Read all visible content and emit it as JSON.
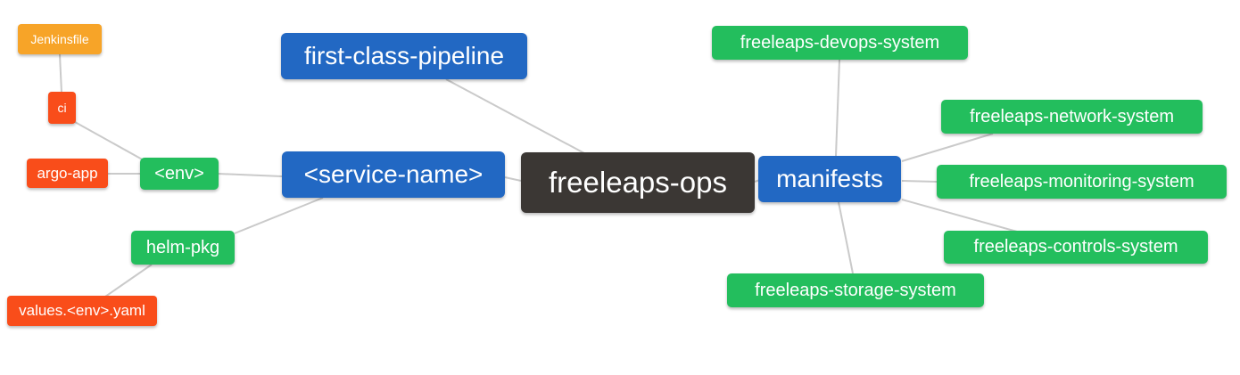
{
  "palette": {
    "blue": "#2268C3",
    "green": "#23BE5D",
    "orange": "#F7A428",
    "red": "#F94D1A",
    "dark": "#3B3734",
    "edge": "#CACACA",
    "node_text": "#FFFFFF",
    "background": "#FFFFFF"
  },
  "nodes": {
    "root": {
      "label": "freeleaps-ops",
      "color": "dark"
    },
    "first_class_pipeline": {
      "label": "first-class-pipeline",
      "color": "blue"
    },
    "service_name": {
      "label": "<service-name>",
      "color": "blue"
    },
    "manifests": {
      "label": "manifests",
      "color": "blue"
    },
    "env": {
      "label": "<env>",
      "color": "green"
    },
    "helm_pkg": {
      "label": "helm-pkg",
      "color": "green"
    },
    "ci": {
      "label": "ci",
      "color": "red"
    },
    "argo_app": {
      "label": "argo-app",
      "color": "red"
    },
    "jenkinsfile": {
      "label": "Jenkinsfile",
      "color": "orange"
    },
    "values_env_yaml": {
      "label": "values.<env>.yaml",
      "color": "red"
    },
    "devops_system": {
      "label": "freeleaps-devops-system",
      "color": "green"
    },
    "network_system": {
      "label": "freeleaps-network-system",
      "color": "green"
    },
    "monitoring_system": {
      "label": "freeleaps-monitoring-system",
      "color": "green"
    },
    "controls_system": {
      "label": "freeleaps-controls-system",
      "color": "green"
    },
    "storage_system": {
      "label": "freeleaps-storage-system",
      "color": "green"
    }
  },
  "edges": [
    {
      "from": "jenkinsfile",
      "to": "ci"
    },
    {
      "from": "ci",
      "to": "env"
    },
    {
      "from": "argo_app",
      "to": "env"
    },
    {
      "from": "env",
      "to": "service_name"
    },
    {
      "from": "helm_pkg",
      "to": "service_name"
    },
    {
      "from": "values_env_yaml",
      "to": "helm_pkg"
    },
    {
      "from": "service_name",
      "to": "root"
    },
    {
      "from": "first_class_pipeline",
      "to": "root"
    },
    {
      "from": "root",
      "to": "manifests"
    },
    {
      "from": "manifests",
      "to": "devops_system"
    },
    {
      "from": "manifests",
      "to": "network_system"
    },
    {
      "from": "manifests",
      "to": "monitoring_system"
    },
    {
      "from": "manifests",
      "to": "controls_system"
    },
    {
      "from": "manifests",
      "to": "storage_system"
    }
  ]
}
